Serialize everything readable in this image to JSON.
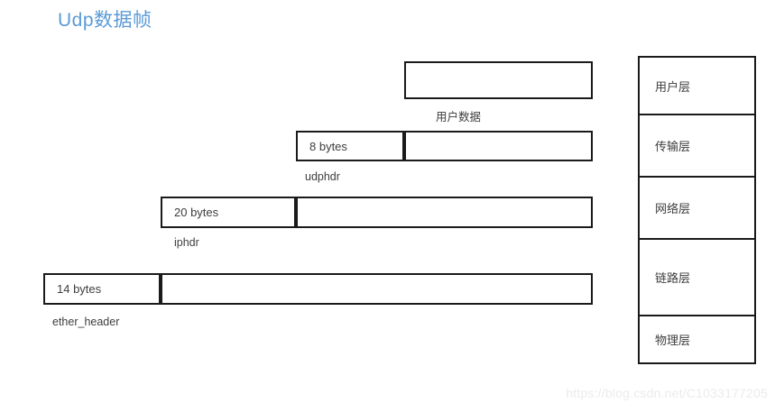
{
  "title": "Udp数据帧",
  "colors": {
    "title": "#5b9bd5",
    "box_border": "#1a1a1a",
    "text": "#3d3d3d",
    "background": "#ffffff",
    "watermark": "#ebebeb"
  },
  "encapsulation_rows": [
    {
      "name": "user-data",
      "header_label": "",
      "caption": "用户数据",
      "has_header_cell": false
    },
    {
      "name": "udp",
      "header_label": "8 bytes",
      "caption": "udphdr",
      "has_header_cell": true
    },
    {
      "name": "ip",
      "header_label": "20 bytes",
      "caption": "iphdr",
      "has_header_cell": true
    },
    {
      "name": "ethernet",
      "header_label": "14 bytes",
      "caption": "ether_header",
      "has_header_cell": true
    }
  ],
  "layer_stack": {
    "layers": [
      {
        "label": "用户层"
      },
      {
        "label": "传输层"
      },
      {
        "label": "网络层"
      },
      {
        "label": "链路层"
      },
      {
        "label": "物理层"
      }
    ]
  },
  "watermark": "https://blog.csdn.net/C1033177205"
}
